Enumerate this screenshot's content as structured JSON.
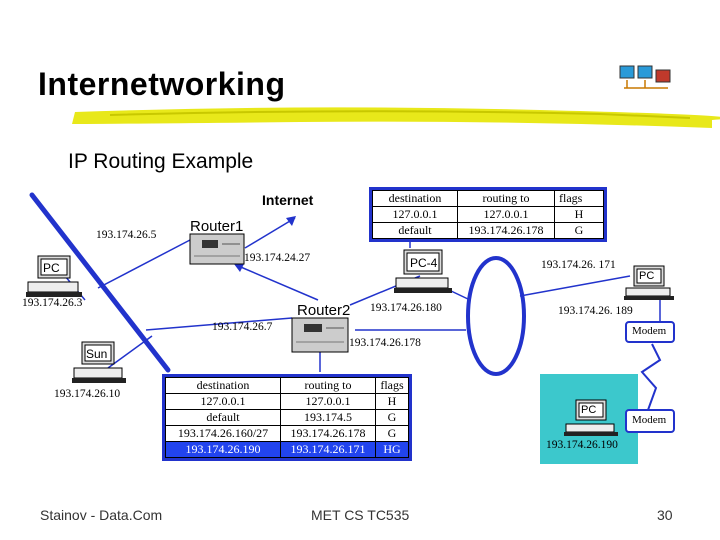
{
  "slide": {
    "title": "Internetworking",
    "subtitle": "IP Routing Example"
  },
  "footer": {
    "left": "Stainov - Data.Com",
    "center": "MET CS TC535",
    "page": "30"
  },
  "diagram": {
    "internet_label": "Internet",
    "router1": {
      "name": "Router1",
      "ip_left": "193.174.26.5",
      "ip_right": "193.174.24.27"
    },
    "router2": {
      "name": "Router2",
      "ip_left": "193.174.26.7",
      "ip_right": "193.174.26.180",
      "ip_bottom": "193.174.26.178"
    },
    "pc_left": {
      "name": "PC",
      "ip": "193.174.26.3"
    },
    "sun": {
      "name": "Sun",
      "ip": "193.174.26.10"
    },
    "pc4": {
      "name": "PC-4"
    },
    "pc_right": {
      "name": "PC",
      "ip_top": "193.174.26. 171",
      "ip_bottom": "193.174.26. 189"
    },
    "pc_remote": {
      "name": "PC",
      "ip": "193.174.26.190"
    },
    "modem_top": "Modem",
    "modem_bottom": "Modem",
    "colors": {
      "accent": "#2233cc",
      "highlight": "#2244ee",
      "remote_bg": "#3cc8cc",
      "bar": "#e8e81a"
    }
  },
  "table_top": {
    "headers": [
      "destination",
      "routing to",
      "flags"
    ],
    "rows": [
      [
        "127.0.0.1",
        "127.0.0.1",
        "H"
      ],
      [
        "default",
        "193.174.26.178",
        "G"
      ]
    ]
  },
  "table_bottom": {
    "headers": [
      "destination",
      "routing to",
      "flags"
    ],
    "rows": [
      [
        "127.0.0.1",
        "127.0.0.1",
        "H"
      ],
      [
        "default",
        "193.174.5",
        "G"
      ],
      [
        "193.174.26.160/27",
        "193.174.26.178",
        "G"
      ]
    ],
    "highlight_row": [
      "193.174.26.190",
      "193.174.26.171",
      "HG"
    ]
  }
}
